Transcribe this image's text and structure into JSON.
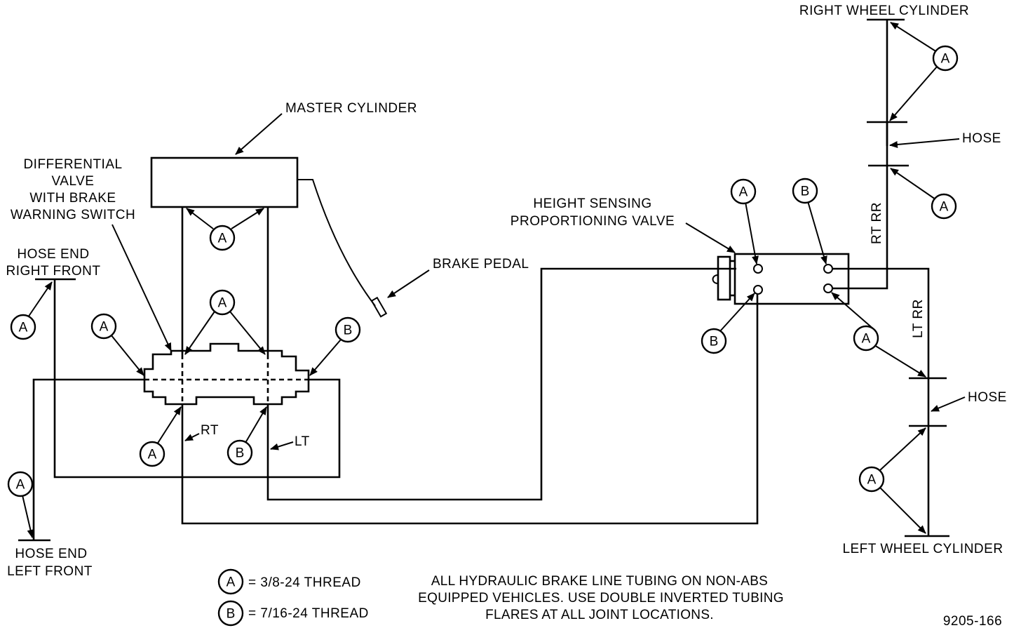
{
  "labels": {
    "master_cylinder": "MASTER CYLINDER",
    "differential_valve": [
      "DIFFERENTIAL",
      "VALVE",
      "WITH BRAKE",
      "WARNING SWITCH"
    ],
    "hose_end_right_front": [
      "HOSE END",
      "RIGHT FRONT"
    ],
    "hose_end_left_front": [
      "HOSE END",
      "LEFT FRONT"
    ],
    "brake_pedal": "BRAKE PEDAL",
    "height_sensing_valve": [
      "HEIGHT SENSING",
      "PROPORTIONING VALVE"
    ],
    "right_wheel_cylinder": "RIGHT WHEEL CYLINDER",
    "left_wheel_cylinder": "LEFT WHEEL CYLINDER",
    "hose_top": "HOSE",
    "hose_bottom": "HOSE",
    "rt_rr": "RT RR",
    "lt_rr": "LT RR",
    "rt": "RT",
    "lt": "LT"
  },
  "markers": {
    "a": "A",
    "b": "B"
  },
  "legend": {
    "a_symbol": "A",
    "a_text": "= 3/8-24  THREAD",
    "b_symbol": "B",
    "b_text": "= 7/16-24  THREAD"
  },
  "note": [
    "ALL HYDRAULIC BRAKE LINE TUBING ON NON-ABS",
    "EQUIPPED VEHICLES. USE DOUBLE INVERTED TUBING",
    "FLARES AT ALL JOINT LOCATIONS."
  ],
  "figure_id": "9205-166"
}
